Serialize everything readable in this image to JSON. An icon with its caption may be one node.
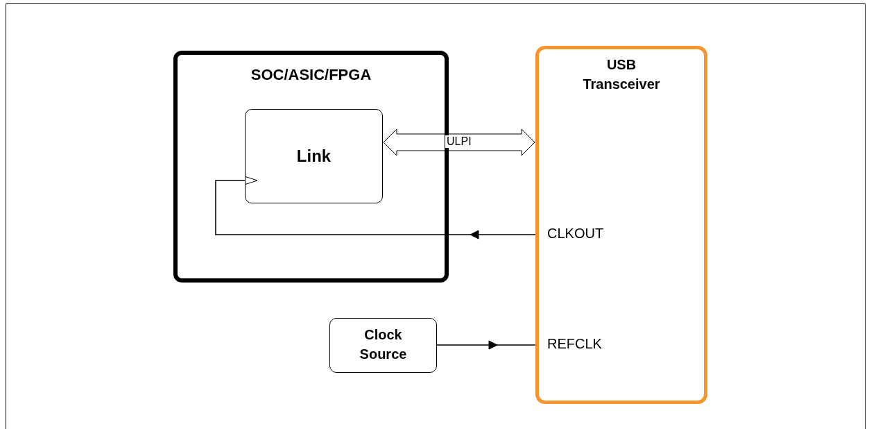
{
  "diagram": {
    "nodes": [
      {
        "text": [
          "SOC/ASIC/FPGA"
        ]
      },
      {
        "text": [
          "Link"
        ],
        "in": 0
      },
      {
        "text": [
          "USB Transceiver"
        ]
      },
      {
        "text": [
          "Clock Source"
        ]
      }
    ],
    "edges": [
      {
        "from": 1,
        "to": 2,
        "label": "ULPI",
        "arrow": "both"
      },
      {
        "from": 2,
        "to": 1,
        "arrow": "to"
      },
      {
        "from": 3,
        "to": 2,
        "arrow": "to"
      }
    ],
    "labels": [
      "CLKOUT",
      "REFCLK"
    ]
  }
}
